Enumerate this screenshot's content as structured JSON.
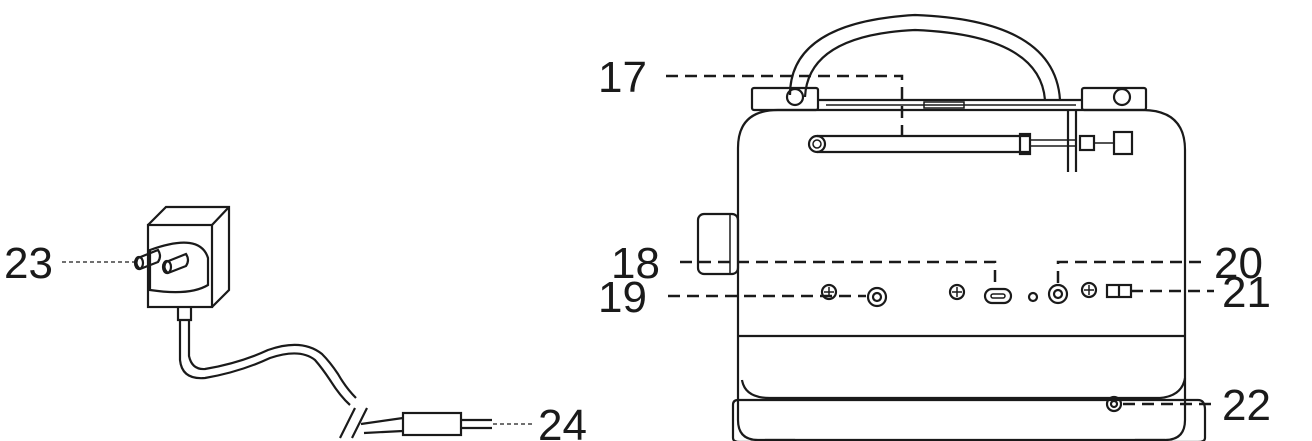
{
  "callouts": {
    "c17": "17",
    "c18": "18",
    "c19": "19",
    "c20": "20",
    "c21": "21",
    "c22": "22",
    "c23": "23",
    "c24": "24"
  },
  "colors": {
    "ink": "#1a1a1a",
    "background": "#ffffff"
  }
}
